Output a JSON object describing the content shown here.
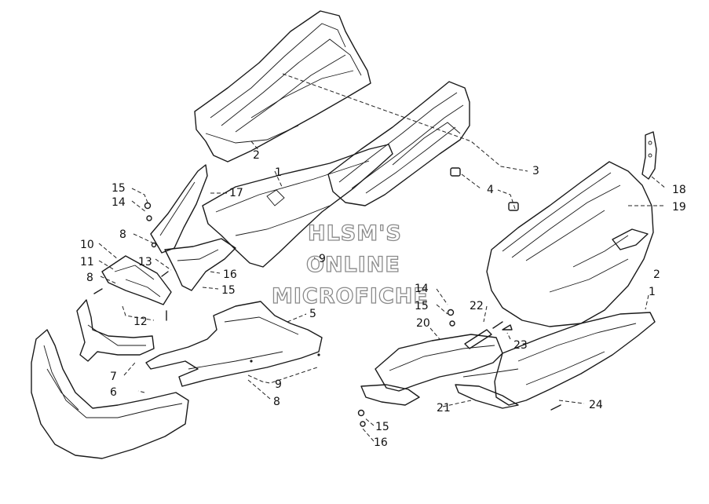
{
  "watermark": {
    "line1": "HLSM'S",
    "line2": "ONLINE",
    "line3": "MICROFICHE"
  },
  "callouts": [
    {
      "id": "c2a",
      "label": "2"
    },
    {
      "id": "c1a",
      "label": "1"
    },
    {
      "id": "c3",
      "label": "3"
    },
    {
      "id": "c4",
      "label": "4"
    },
    {
      "id": "c18",
      "label": "18"
    },
    {
      "id": "c19",
      "label": "19"
    },
    {
      "id": "c17",
      "label": "17"
    },
    {
      "id": "c15a",
      "label": "15"
    },
    {
      "id": "c14a",
      "label": "14"
    },
    {
      "id": "c8a",
      "label": "8"
    },
    {
      "id": "c10",
      "label": "10"
    },
    {
      "id": "c11",
      "label": "11"
    },
    {
      "id": "c13",
      "label": "13"
    },
    {
      "id": "c8b",
      "label": "8"
    },
    {
      "id": "c16a",
      "label": "16"
    },
    {
      "id": "c15b",
      "label": "15"
    },
    {
      "id": "c9a",
      "label": "9"
    },
    {
      "id": "c12",
      "label": "12"
    },
    {
      "id": "c2b",
      "label": "2"
    },
    {
      "id": "c1b",
      "label": "1"
    },
    {
      "id": "c14b",
      "label": "14"
    },
    {
      "id": "c15c",
      "label": "15"
    },
    {
      "id": "c22",
      "label": "22"
    },
    {
      "id": "c20",
      "label": "20"
    },
    {
      "id": "c5",
      "label": "5"
    },
    {
      "id": "c23",
      "label": "23"
    },
    {
      "id": "c7",
      "label": "7"
    },
    {
      "id": "c9b",
      "label": "9"
    },
    {
      "id": "c6",
      "label": "6"
    },
    {
      "id": "c8c",
      "label": "8"
    },
    {
      "id": "c21",
      "label": "21"
    },
    {
      "id": "c24",
      "label": "24"
    },
    {
      "id": "c15d",
      "label": "15"
    },
    {
      "id": "c16b",
      "label": "16"
    }
  ]
}
